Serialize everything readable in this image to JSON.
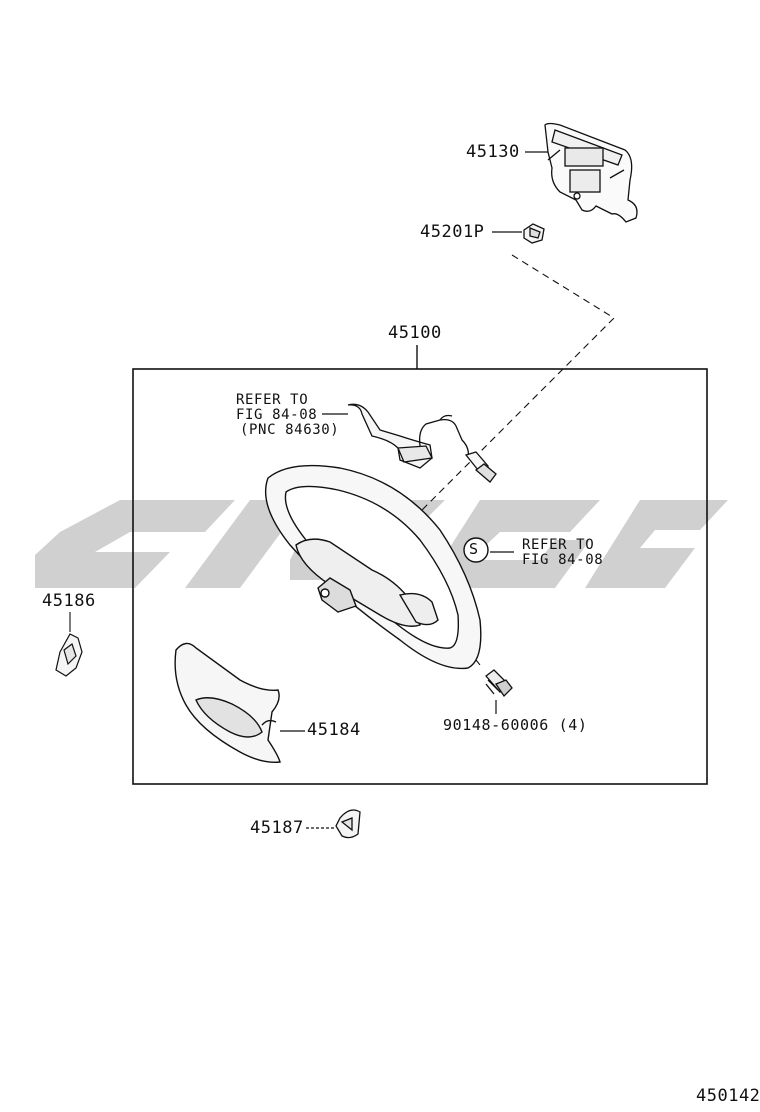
{
  "watermark": {
    "fill": "#c8c8c8",
    "opacity": 0.85
  },
  "part_numbers": {
    "p45130": "45130",
    "p45201p": "45201P",
    "p45100": "45100",
    "p45186": "45186",
    "p45184": "45184",
    "p45187": "45187",
    "bolt": "90148-60006",
    "bolt_qty": "(4)"
  },
  "notes": {
    "refer_a_line1": "REFER TO",
    "refer_a_line2": "FIG 84-08",
    "refer_a_line3": "(PNC 84630)",
    "refer_b_line1": "REFER TO",
    "refer_b_line2": "FIG 84-08",
    "s_symbol": "S"
  },
  "figure_id": "450142",
  "colors": {
    "line": "#111111",
    "frame": "#111111",
    "shade": "#e4e4e4"
  }
}
